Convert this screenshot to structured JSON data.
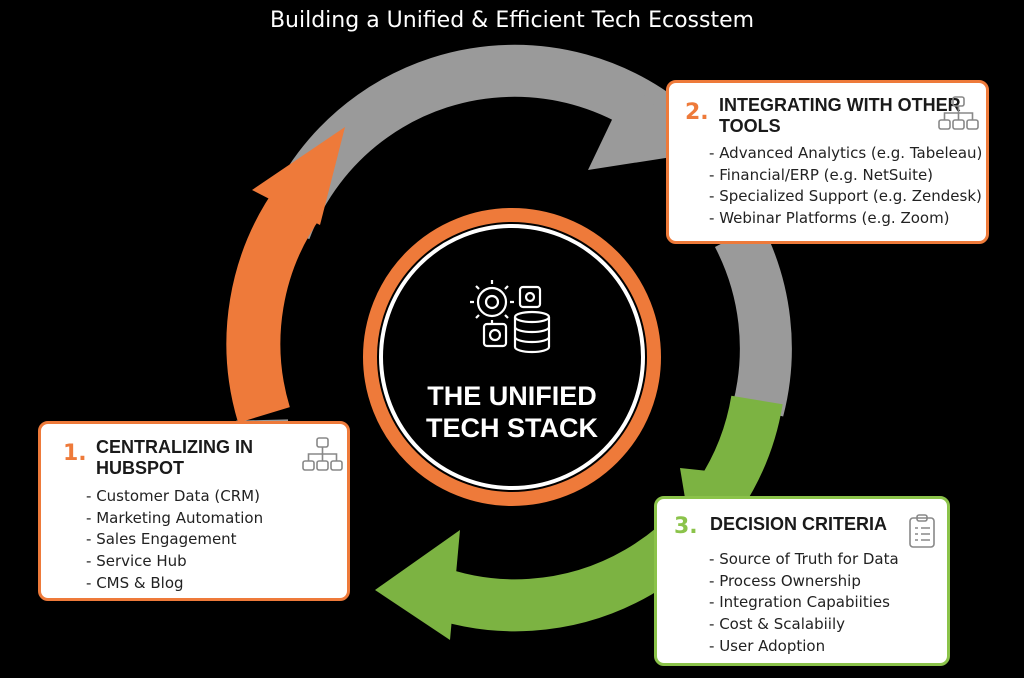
{
  "title": "Building a Unified & Efficient Tech Ecosstem",
  "colors": {
    "orange": "#ee7a3a",
    "gray": "#9a9a9a",
    "green": "#7cb342",
    "background": "#000000"
  },
  "hub": {
    "title_line1": "THE UNIFIED",
    "title_line2": "TECH STACK",
    "icon": "gears-database-icon"
  },
  "steps": [
    {
      "number": "1.",
      "title_line1": "CENTRALIZING IN",
      "title_line2": "HUBSPOT",
      "icon": "hierarchy-icon",
      "items": [
        "Customer Data (CRM)",
        "Marketing Automation",
        "Sales Engagement",
        "Service Hub",
        "CMS & Blog"
      ]
    },
    {
      "number": "2.",
      "title_line1": "INTEGRATING WITH OTHER",
      "title_line2": "TOOLS",
      "icon": "hierarchy-icon",
      "items": [
        "Advanced Analytics (e.g. Tabeleau)",
        "Financial/ERP (e.g. NetSuite)",
        "Specialized Support (e.g. Zendesk)",
        "Webinar Platforms (e.g. Zoom)"
      ]
    },
    {
      "number": "3.",
      "title_line1": "DECISION CRITERIA",
      "icon": "clipboard-icon",
      "items": [
        "Source of Truth for Data",
        "Process Ownership",
        "Integration Capabiities",
        "Cost & Scalabiily",
        "User Adoption"
      ]
    }
  ]
}
